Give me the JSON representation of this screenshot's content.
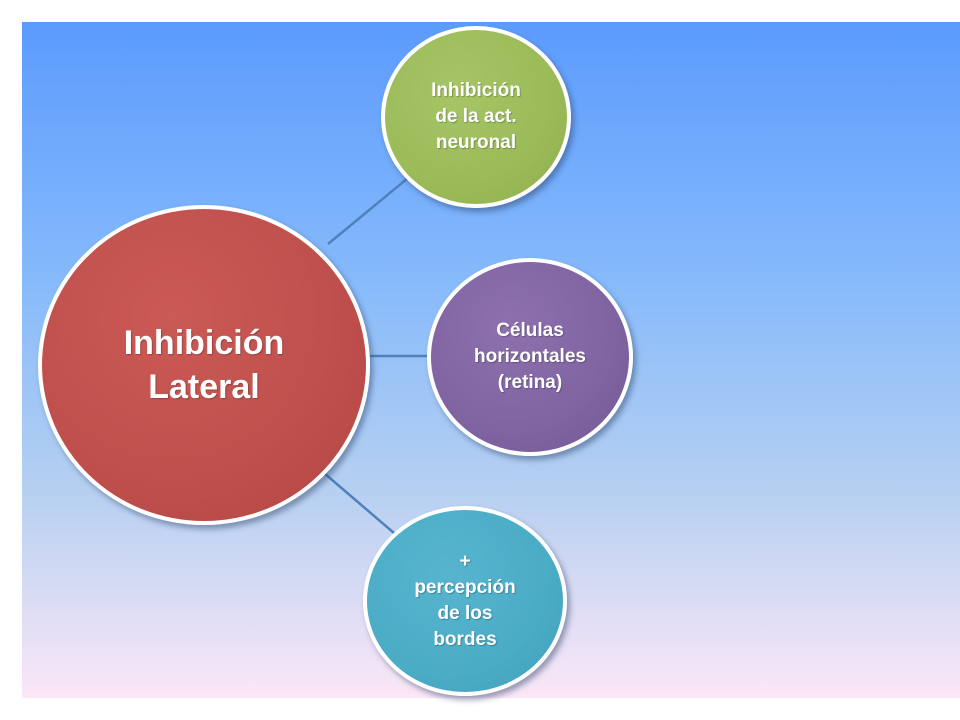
{
  "diagram": {
    "center": {
      "label": "Inhibición\nLateral",
      "color": "#c0504d"
    },
    "children": [
      {
        "label": "Inhibición\nde la act.\nneuronal",
        "color": "#9bbb59"
      },
      {
        "label": "Células\nhorizontales\n(retina)",
        "color": "#8064a2"
      },
      {
        "label": "+\npercepción\nde los\nbordes",
        "color": "#4bacc6"
      }
    ],
    "connector_color": "#4f81bd",
    "background_colors": [
      "#5b9bfd",
      "#fbe7f7"
    ]
  }
}
